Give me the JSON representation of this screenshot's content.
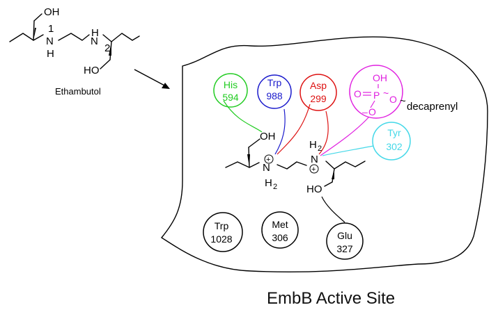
{
  "ethambutol": {
    "caption": "Ethambutol",
    "labels": {
      "oh_top": "OH",
      "oh_bottom": "HO",
      "n1": "N",
      "h1": "H",
      "n2": "N",
      "h2": "H",
      "num1": "1",
      "num2": "2"
    }
  },
  "active_site": {
    "title": "EmbB Active Site",
    "ligand_labels": {
      "oh": "OH",
      "n_left": "N",
      "h2_left": "H",
      "sub_left": "2",
      "h2_right": "H",
      "sub_right": "2",
      "n_right": "N",
      "ho": "HO",
      "plus": "+"
    },
    "phosphate": {
      "oh": "OH",
      "o1": "O",
      "p": "P",
      "o2": "O",
      "o3": "O",
      "minus": "–",
      "tilde": "~",
      "chain": "decaprenyl"
    },
    "residues": [
      {
        "name": "His",
        "number": "594",
        "color": "#22cc22"
      },
      {
        "name": "Trp",
        "number": "988",
        "color": "#1a1acc"
      },
      {
        "name": "Asp",
        "number": "299",
        "color": "#dd1111"
      },
      {
        "name": "Tyr",
        "number": "302",
        "color": "#44d8e8"
      },
      {
        "name": "Trp",
        "number": "1028",
        "color": "#000000"
      },
      {
        "name": "Met",
        "number": "306",
        "color": "#000000"
      },
      {
        "name": "Glu",
        "number": "327",
        "color": "#000000"
      }
    ],
    "phosphate_color": "#e020e0"
  }
}
